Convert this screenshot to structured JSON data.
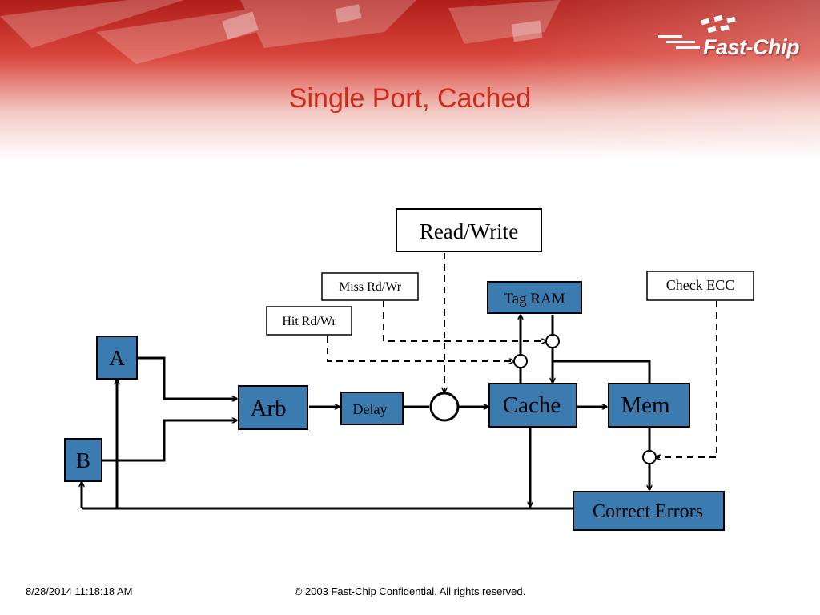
{
  "slide": {
    "title": "Single Port, Cached",
    "brand": "Fast-Chip",
    "footer_date": "8/28/2014 11:18:18 AM",
    "footer_copyright": "© 2003 Fast-Chip Confidential. All rights reserved."
  },
  "diagram": {
    "nodes": {
      "read_write": "Read/Write",
      "miss_rd_wr": "Miss Rd/Wr",
      "hit_rd_wr": "Hit Rd/Wr",
      "tag_ram": "Tag RAM",
      "check_ecc": "Check ECC",
      "a": "A",
      "b": "B",
      "arb": "Arb",
      "delay": "Delay",
      "cache": "Cache",
      "mem": "Mem",
      "correct_errors": "Correct Errors"
    }
  },
  "colors": {
    "title": "#cc2a1a",
    "block_fill": "#3b7bb0",
    "block_border": "#000000",
    "banner_red": "#c8302a"
  }
}
